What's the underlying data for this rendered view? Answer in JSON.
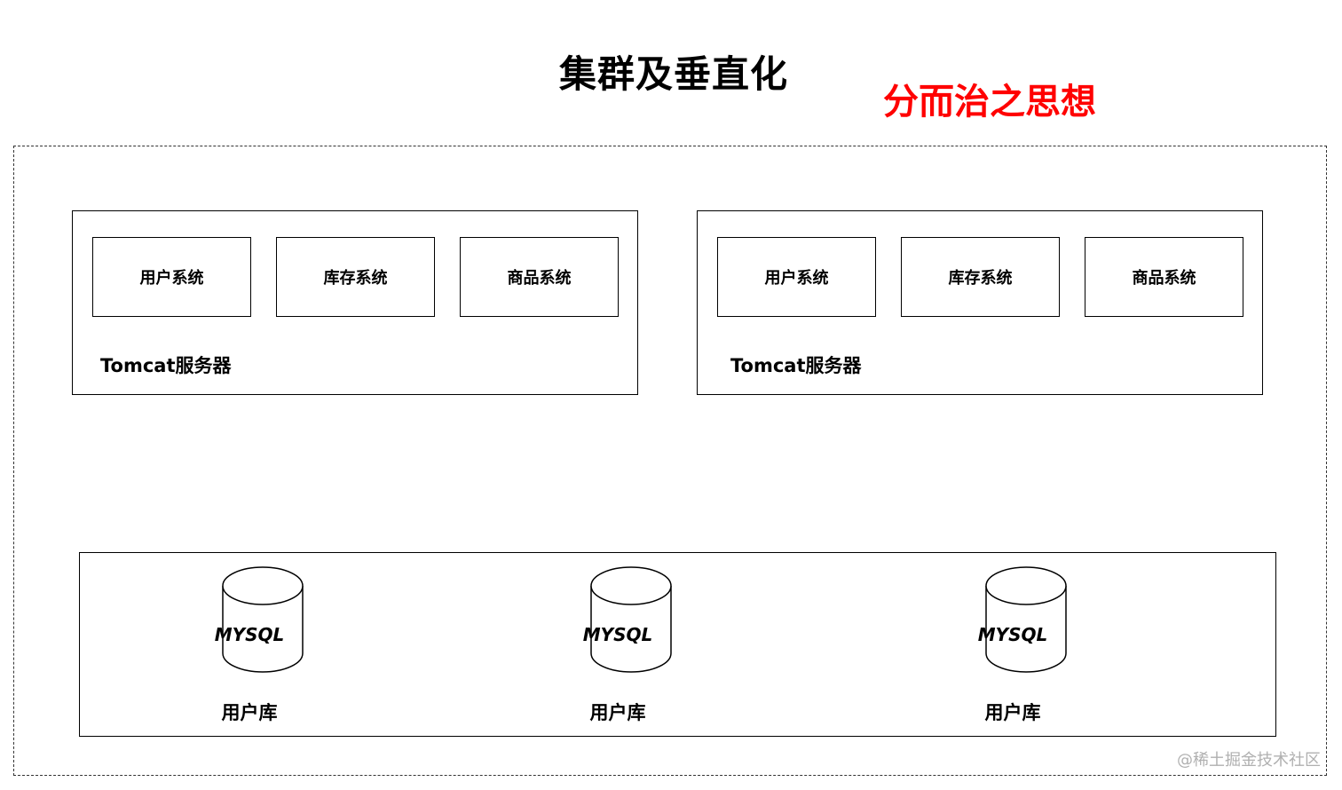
{
  "title": "集群及垂直化",
  "subtitle": "分而治之思想",
  "colors": {
    "subtitle": "#ff0000",
    "border": "#000000",
    "watermark": "#b0b0b0"
  },
  "servers": [
    {
      "label": "Tomcat服务器",
      "modules": [
        "用户系统",
        "库存系统",
        "商品系统"
      ]
    },
    {
      "label": "Tomcat服务器",
      "modules": [
        "用户系统",
        "库存系统",
        "商品系统"
      ]
    }
  ],
  "databases": [
    {
      "engine": "MYSQL",
      "label": "用户库"
    },
    {
      "engine": "MYSQL",
      "label": "用户库"
    },
    {
      "engine": "MYSQL",
      "label": "用户库"
    }
  ],
  "watermark": "@稀土掘金技术社区"
}
